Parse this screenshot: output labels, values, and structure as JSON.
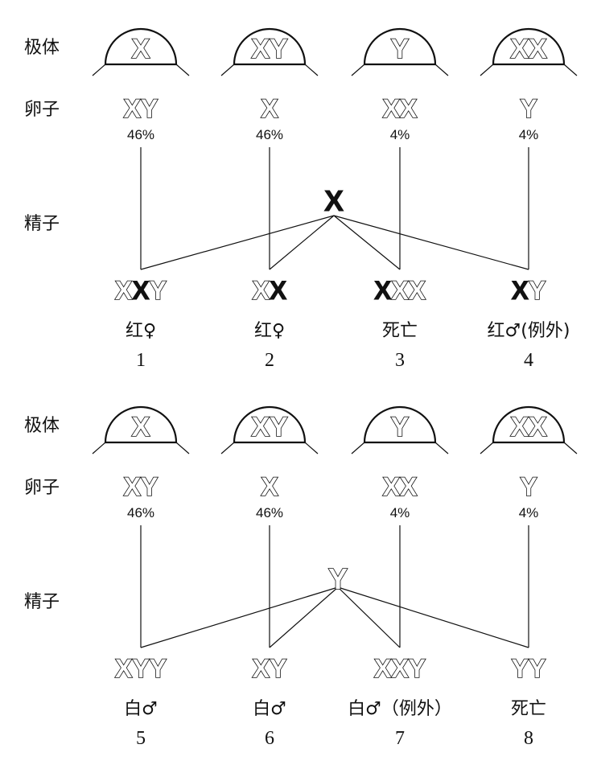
{
  "labels": {
    "polar_body": "极体",
    "egg": "卵子",
    "sperm": "精子"
  },
  "panels": [
    {
      "id": "top",
      "polar_bodies": [
        "X",
        "XY",
        "Y",
        "XX"
      ],
      "eggs": [
        {
          "genotype": "XY",
          "percent": "46%"
        },
        {
          "genotype": "X",
          "percent": "46%"
        },
        {
          "genotype": "XX",
          "percent": "4%"
        },
        {
          "genotype": "Y",
          "percent": "4%"
        }
      ],
      "sperm": "X",
      "offspring": [
        {
          "egg_part": "X",
          "sperm_part": "X",
          "egg_tail": "Y",
          "phenotype": "红♀",
          "number": "1"
        },
        {
          "egg_part": "X",
          "sperm_part": "X",
          "egg_tail": "",
          "phenotype": "红♀",
          "number": "2"
        },
        {
          "egg_part": "",
          "sperm_part": "X",
          "egg_tail": "XX",
          "phenotype": "死亡",
          "number": "3"
        },
        {
          "egg_part": "",
          "sperm_part": "X",
          "egg_tail": "Y",
          "phenotype": "红♂(例外)",
          "number": "4"
        }
      ]
    },
    {
      "id": "bottom",
      "polar_bodies": [
        "X",
        "XY",
        "Y",
        "XX"
      ],
      "eggs": [
        {
          "genotype": "XY",
          "percent": "46%"
        },
        {
          "genotype": "X",
          "percent": "46%"
        },
        {
          "genotype": "XX",
          "percent": "4%"
        },
        {
          "genotype": "Y",
          "percent": "4%"
        }
      ],
      "sperm": "Y",
      "offspring": [
        {
          "egg_part": "XY",
          "sperm_part": "Y",
          "egg_tail": "",
          "phenotype": "白♂",
          "number": "5"
        },
        {
          "egg_part": "X",
          "sperm_part": "Y",
          "egg_tail": "",
          "phenotype": "白♂",
          "number": "6"
        },
        {
          "egg_part": "XX",
          "sperm_part": "Y",
          "egg_tail": "",
          "phenotype": "白♂（例外）",
          "number": "7"
        },
        {
          "egg_part": "Y",
          "sperm_part": "Y",
          "egg_tail": "",
          "phenotype": "死亡",
          "number": "8"
        }
      ]
    }
  ]
}
